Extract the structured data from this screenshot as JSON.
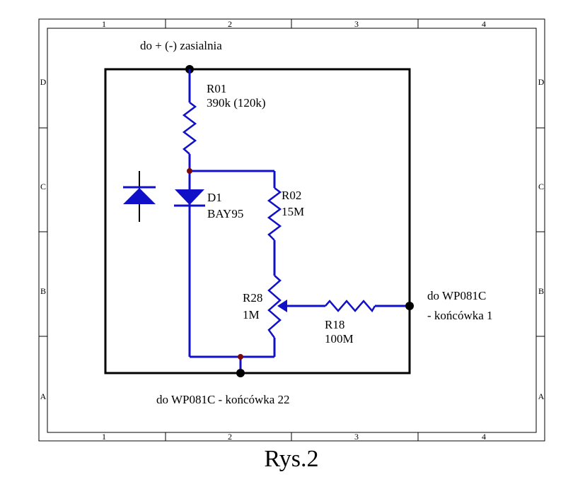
{
  "frame": {
    "columns": [
      "1",
      "2",
      "3",
      "4"
    ],
    "rows": [
      "D",
      "C",
      "B",
      "A"
    ]
  },
  "labels": {
    "top_supply": "do + (-) zasialnia",
    "bottom_terminal": "do WP081C - końcówka 22",
    "right_terminal_line1": "do WP081C",
    "right_terminal_line2": "- końcówka 1"
  },
  "components": {
    "r01": {
      "ref": "R01",
      "value": "390k (120k)"
    },
    "d1": {
      "ref": "D1",
      "value": "BAY95"
    },
    "r02": {
      "ref": "R02",
      "value": "15M"
    },
    "r28": {
      "ref": "R28",
      "value": "1M"
    },
    "r18": {
      "ref": "R18",
      "value": "100M"
    }
  },
  "caption": "Rys.2",
  "colors": {
    "wire_black": "#000000",
    "component_blue": "#1010c8",
    "junction_red": "#7a0a0a"
  }
}
